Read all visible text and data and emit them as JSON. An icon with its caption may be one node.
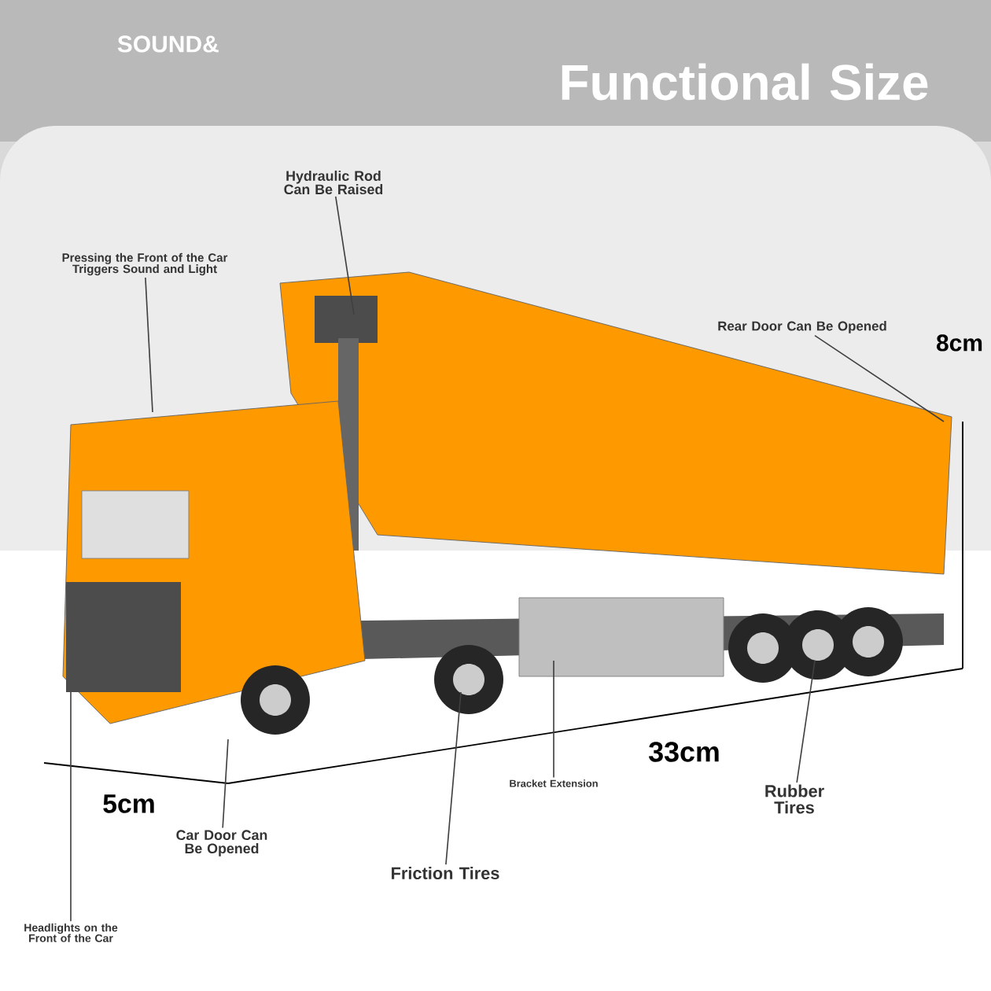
{
  "diagram": {
    "title": "Functional Size",
    "nodes": [
      {
        "text": [
          "Hydraulic Rod Can Be Raised"
        ]
      },
      {
        "text": [
          "Pressing the Front of the Car Triggers Sound and Light"
        ]
      },
      {
        "text": [
          "Rear Door Can Be Opened"
        ]
      },
      {
        "text": [
          "Car Door Can Be Opened"
        ]
      },
      {
        "text": [
          "Friction Tires"
        ]
      },
      {
        "text": [
          "Bracket Extension"
        ]
      },
      {
        "text": [
          "Rubber Tires"
        ]
      },
      {
        "text": [
          "Headlights on the Front of the Car"
        ]
      }
    ],
    "edges": [
      {
        "from": 0,
        "to": null,
        "arrow": "none"
      },
      {
        "from": 1,
        "to": null,
        "arrow": "none"
      },
      {
        "from": 2,
        "to": null,
        "arrow": "none"
      },
      {
        "from": 3,
        "to": null,
        "arrow": "none"
      },
      {
        "from": 4,
        "to": null,
        "arrow": "none"
      },
      {
        "from": 5,
        "to": null,
        "arrow": "none"
      },
      {
        "from": 6,
        "to": null,
        "arrow": "none"
      },
      {
        "from": 7,
        "to": null,
        "arrow": "none"
      }
    ],
    "labels": [
      "SOUND&",
      "8cm",
      "33cm",
      "5cm"
    ]
  }
}
